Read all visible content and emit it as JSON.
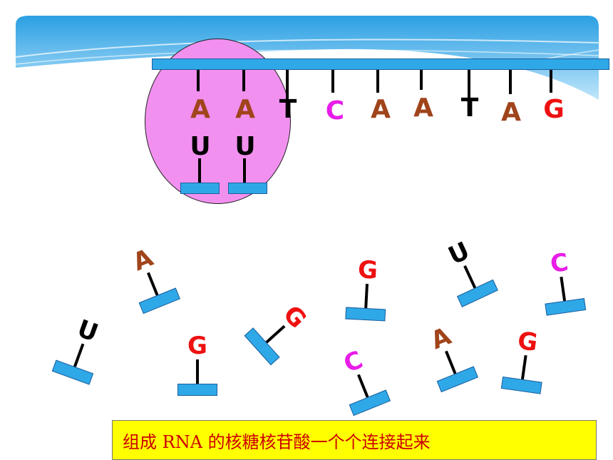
{
  "colors": {
    "brown": "#a0441b",
    "black": "#000000",
    "magenta": "#e81ce8",
    "red": "#ee1111",
    "blue": "#2fa8e8",
    "pink": "#f290f0",
    "caption_bg": "#ffff00",
    "caption_text": "#cc0000"
  },
  "dna_template": {
    "bases": [
      {
        "letter": "A",
        "color": "brown"
      },
      {
        "letter": "A",
        "color": "brown"
      },
      {
        "letter": "T",
        "color": "black"
      },
      {
        "letter": "C",
        "color": "magenta"
      },
      {
        "letter": "A",
        "color": "brown"
      },
      {
        "letter": "A",
        "color": "brown"
      },
      {
        "letter": "T",
        "color": "black"
      },
      {
        "letter": "A",
        "color": "brown"
      },
      {
        "letter": "G",
        "color": "red"
      }
    ]
  },
  "paired_rna": [
    {
      "letter": "U",
      "color": "black"
    },
    {
      "letter": "U",
      "color": "black"
    }
  ],
  "free_nucleotides": [
    {
      "letter": "A",
      "color": "brown"
    },
    {
      "letter": "U",
      "color": "black"
    },
    {
      "letter": "G",
      "color": "red"
    },
    {
      "letter": "G",
      "color": "red"
    },
    {
      "letter": "G",
      "color": "red"
    },
    {
      "letter": "C",
      "color": "magenta"
    },
    {
      "letter": "U",
      "color": "black"
    },
    {
      "letter": "A",
      "color": "brown"
    },
    {
      "letter": "C",
      "color": "magenta"
    },
    {
      "letter": "G",
      "color": "red"
    }
  ],
  "caption": {
    "text": "组成 RNA 的核糖核苷酸一个个连接起来"
  }
}
